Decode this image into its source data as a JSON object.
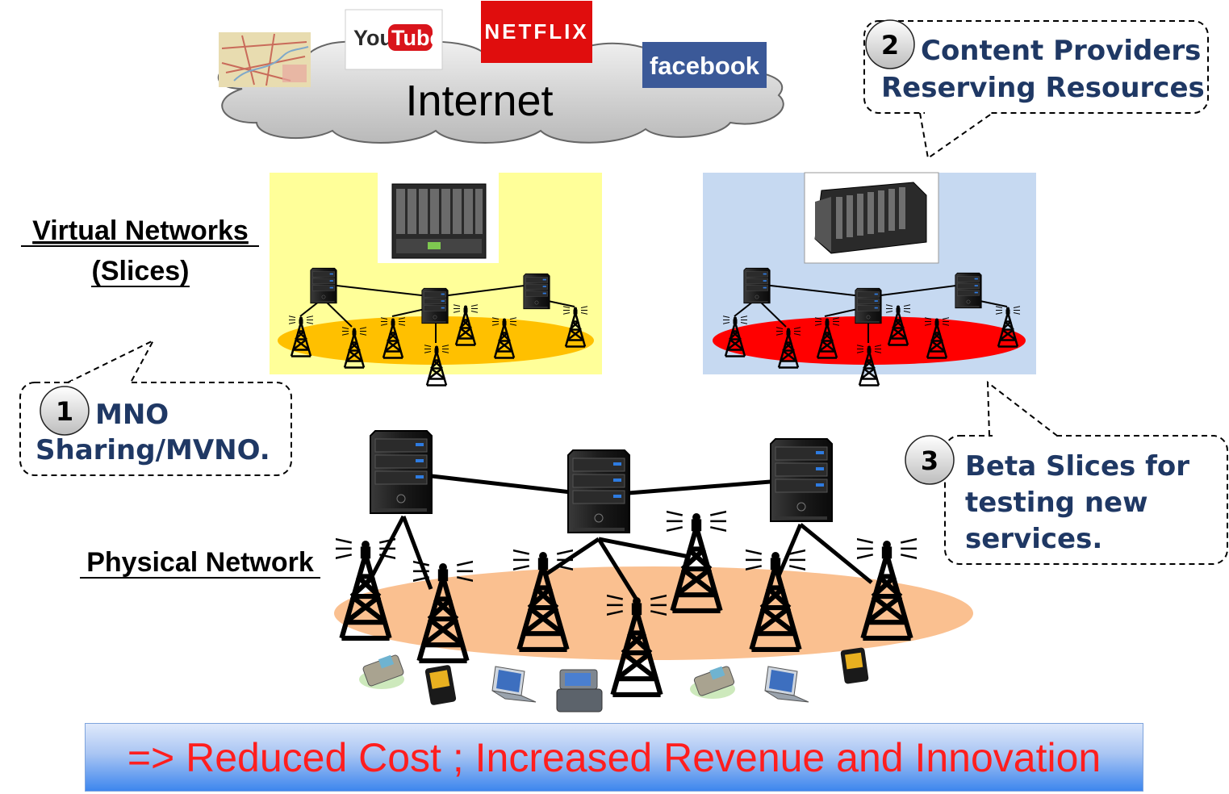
{
  "internet": {
    "label": "Internet",
    "providers": [
      {
        "name": "map",
        "icon": "map-icon"
      },
      {
        "name": "YouTube",
        "part1": "You",
        "part2": "Tube",
        "icon": "youtube-logo"
      },
      {
        "name": "NETFLIX",
        "icon": "netflix-logo"
      },
      {
        "name": "facebook",
        "icon": "facebook-logo"
      }
    ]
  },
  "labels": {
    "virtual_line1": "Virtual Networks",
    "virtual_line2": "(Slices)",
    "physical": "Physical Network"
  },
  "callouts": {
    "c1": {
      "num": "1",
      "line1": "MNO",
      "line2": "Sharing/MVNO."
    },
    "c2": {
      "num": "2",
      "line1": "Content Providers",
      "line2": "Reserving Resources"
    },
    "c3": {
      "num": "3",
      "line1": "Beta Slices for",
      "line2": "testing new",
      "line3": "services."
    }
  },
  "banner": "=> Reduced Cost ; Increased Revenue and Innovation",
  "colors": {
    "slice_yellow_bg": "#ffff99",
    "slice_yellow_ellipse": "#ffc000",
    "slice_blue_bg": "#c6d9f1",
    "slice_red_ellipse": "#ff0000",
    "physical_ellipse": "#fac090",
    "callout_text": "#1f3864",
    "banner_text": "#ff1e1e"
  }
}
